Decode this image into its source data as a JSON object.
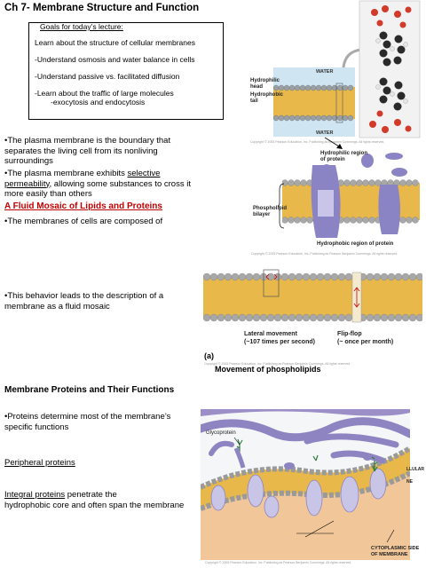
{
  "header": {
    "title": "Ch 7- Membrane Structure and Function"
  },
  "goals": {
    "heading": "Goals for today’s lecture:",
    "items": [
      "Learn about the structure of cellular membranes",
      "-Understand osmosis and water balance in cells",
      "-Understand passive vs. facilitated diffusion",
      "-Learn about the traffic of large molecules",
      "-exocytosis and endocytosis"
    ]
  },
  "text": {
    "boundary": [
      "•The plasma membrane is the boundary that",
      "separates the living cell from its nonliving",
      "surroundings"
    ],
    "selective_1a": "•The plasma membrane exhibits ",
    "selective_1b": "selective",
    "selective_2a": "permeability",
    "selective_2b": ", allowing some substances to cross it",
    "selective_3": "more easily than others",
    "fluid_heading": "A Fluid Mosaic of Lipids and Proteins",
    "composed": "•The membranes of cells are composed of",
    "behavior": [
      "•This behavior leads to the description of a",
      "membrane as a fluid mosaic"
    ],
    "proteins_heading": "Membrane Proteins and Their Functions",
    "proteins_determine": [
      "•Proteins determine most of the membrane’s",
      "specific functions"
    ],
    "peripheral": "Peripheral proteins",
    "integral_a": "Integral proteins",
    "integral_b": " penetrate the",
    "integral_2": "hydrophobic core and often span the membrane"
  },
  "figure1": {
    "water_top": "WATER",
    "water_bottom": "WATER",
    "hydrophilic_head": [
      "Hydrophilic",
      "head"
    ],
    "hydrophobic_tail": [
      "Hydrophobic",
      "tail"
    ],
    "copyright": "Copyright © 2005 Pearson Education, Inc. Publishing as Benjamin Cummings. All rights reserved."
  },
  "figure2": {
    "hydrophilic_region": [
      "Hydrophilic region",
      "of protein"
    ],
    "phospholipid_bilayer": [
      "Phospholipid",
      "bilayer"
    ],
    "hydrophobic_region": "Hydrophobic region of protein",
    "copyright": "Copyright © 2005 Pearson Education, Inc. Publishing as Pearson Benjamin Cummings. All rights reserved."
  },
  "figure3": {
    "lateral": [
      "Lateral movement",
      "(~107 times per second)"
    ],
    "flipflop": [
      "Flip-flop",
      "(~ once per month)"
    ],
    "panel": "(a)",
    "caption": "Movement of phospholipids",
    "copyright": "Copyright © 2005 Pearson Education, Inc. Publishing as Pearson Benjamin Cummings. All rights reserved."
  },
  "figure4": {
    "glycoprotein": "Glycoprotein",
    "extracellular_partial": [
      "LLULAR",
      "NE"
    ],
    "cytoplasmic": [
      "CYTOPLASMIC SIDE",
      "OF MEMBRANE"
    ],
    "copyright": "Copyright © 2005 Pearson Education, Inc. Publishing as Pearson Benjamin Cummings. All rights reserved."
  },
  "colors": {
    "heading_red": "#c00000",
    "head_gray": "#a8a8a8",
    "tail_gold": "#e8b84a",
    "protein": "#8a84c4"
  }
}
